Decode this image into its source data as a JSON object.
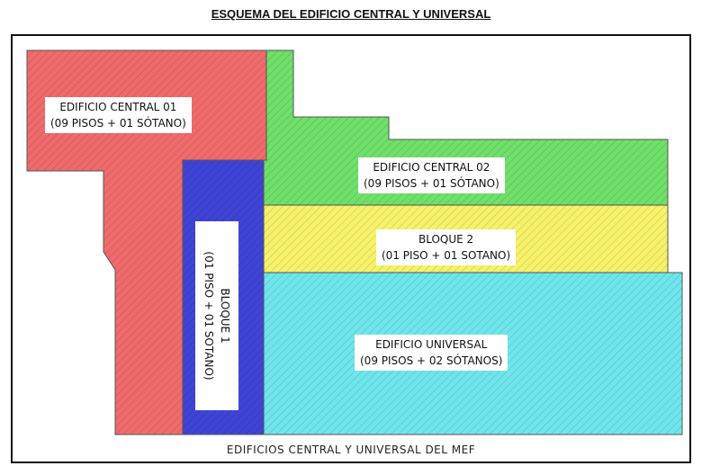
{
  "title": "ESQUEMA DEL EDIFICIO CENTRAL Y UNIVERSAL",
  "caption": "EDIFICIOS CENTRAL Y UNIVERSAL DEL MEF",
  "blocks": {
    "central01": {
      "line1": "EDIFICIO CENTRAL 01",
      "line2": "(09 PISOS + 01 SÓTANO)",
      "color": "#f06b6b"
    },
    "bloque1": {
      "line1": "BLOQUE 1",
      "line2": "(01 PISO + 01 SOTANO)",
      "color": "#3f44d6"
    },
    "central02": {
      "line1": "EDIFICIO CENTRAL 02",
      "line2": "(09 PISOS + 01 SÓTANO)",
      "color": "#6fe06a"
    },
    "bloque2": {
      "line1": "BLOQUE 2",
      "line2": "(01 PISO + 01 SOTANO)",
      "color": "#f7f26a"
    },
    "universal": {
      "line1": "EDIFICIO UNIVERSAL",
      "line2": "(09 PISOS + 02 SÓTANOS)",
      "color": "#6fe6ec"
    }
  }
}
